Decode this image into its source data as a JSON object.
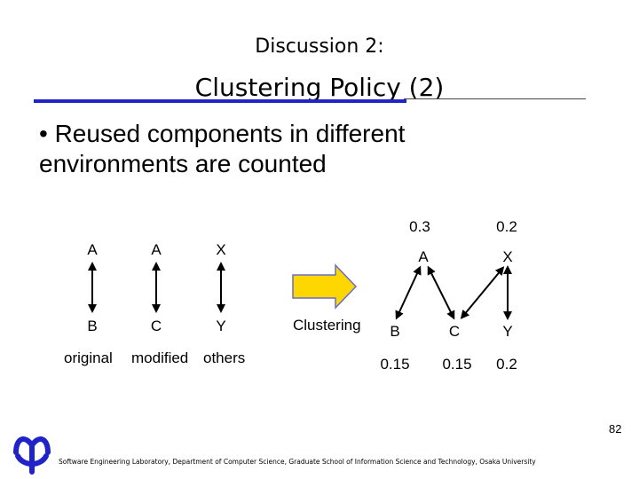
{
  "header": {
    "subtitle": "Discussion 2:",
    "title": "Clustering Policy (2)"
  },
  "bullet": "• Reused components in different environments are counted",
  "diagram": {
    "left_nodes": [
      "A",
      "A",
      "X",
      "B",
      "C",
      "Y"
    ],
    "captions": [
      "original",
      "modified",
      "others"
    ],
    "arrow_label": "Clustering",
    "right_nodes": [
      "A",
      "X",
      "B",
      "C",
      "Y"
    ],
    "top_values": [
      "0.3",
      "0.2"
    ],
    "bottom_values": [
      "0.15",
      "0.15",
      "0.2"
    ]
  },
  "footer": {
    "affiliation": "Software Engineering Laboratory, Department of Computer Science, Graduate School of Information Science and Technology, Osaka University",
    "page_number": "82"
  },
  "colors": {
    "accent_blue": "#1f23c8",
    "arrow_fill": "#ffd700",
    "arrow_stroke": "#6b6bcc"
  },
  "icons": {
    "logo": "osaka-university-logo-icon"
  }
}
